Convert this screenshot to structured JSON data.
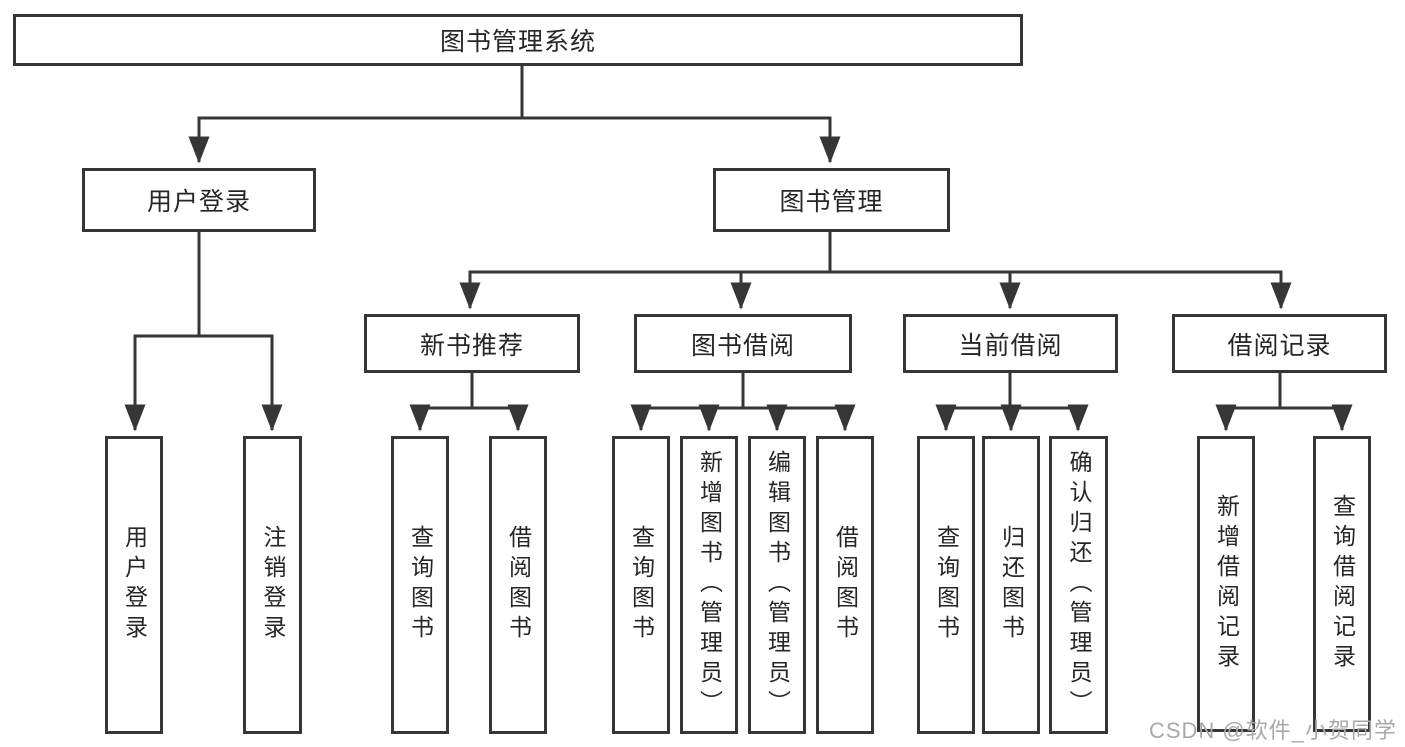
{
  "diagram_title": "图书管理系统",
  "hierarchy": {
    "label": "图书管理系统",
    "children": [
      {
        "label": "用户登录",
        "children": [
          {
            "label": "用户登录"
          },
          {
            "label": "注销登录"
          }
        ]
      },
      {
        "label": "图书管理",
        "children": [
          {
            "label": "新书推荐",
            "children": [
              {
                "label": "查询图书"
              },
              {
                "label": "借阅图书"
              }
            ]
          },
          {
            "label": "图书借阅",
            "children": [
              {
                "label": "查询图书"
              },
              {
                "label": "新增图书（管理员）"
              },
              {
                "label": "编辑图书（管理员）"
              },
              {
                "label": "借阅图书"
              }
            ]
          },
          {
            "label": "当前借阅",
            "children": [
              {
                "label": "查询图书"
              },
              {
                "label": "归还图书"
              },
              {
                "label": "确认归还（管理员）"
              }
            ]
          },
          {
            "label": "借阅记录",
            "children": [
              {
                "label": "新增借阅记录"
              },
              {
                "label": "查询借阅记录"
              }
            ]
          }
        ]
      }
    ]
  },
  "watermark": {
    "text": "CSDN @软件_小贺同学"
  },
  "colors": {
    "background": "#ffffff",
    "line": "#363636",
    "box_border": "#363636",
    "text": "#262626",
    "watermark": "#a9a9a9"
  }
}
